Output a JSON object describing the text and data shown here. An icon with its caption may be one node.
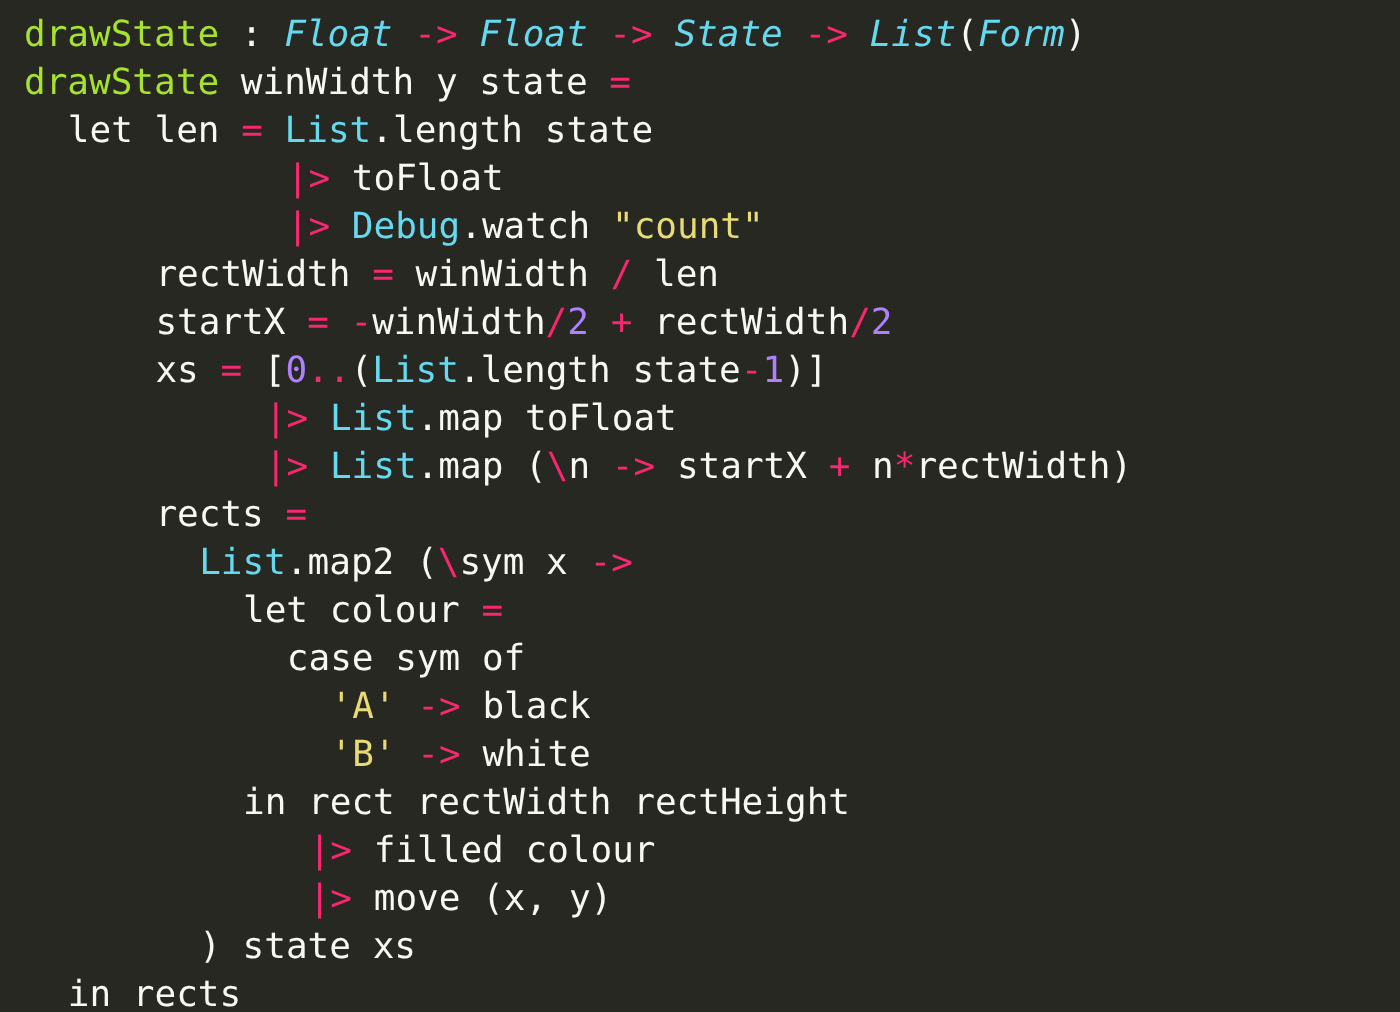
{
  "diagram": {
    "labels": [
      "drawState : Float -> Float -> State -> List(Form)",
      "drawState winWidth y state =",
      "let len = List.length state",
      "|> toFloat",
      "|> Debug.watch \"count\"",
      "rectWidth = winWidth / len",
      "startX = -winWidth/2 + rectWidth/2",
      "xs = [0..(List.length state-1)]",
      "|> List.map toFloat",
      "|> List.map (\\n -> startX + n*rectWidth)",
      "rects =",
      "List.map2 (\\sym x ->",
      "let colour =",
      "case sym of",
      "'A' -> black",
      "'B' -> white",
      "in rect rectWidth rectHeight",
      "|> filled colour",
      "|> move (x, y)",
      ") state xs",
      "in rects"
    ]
  }
}
